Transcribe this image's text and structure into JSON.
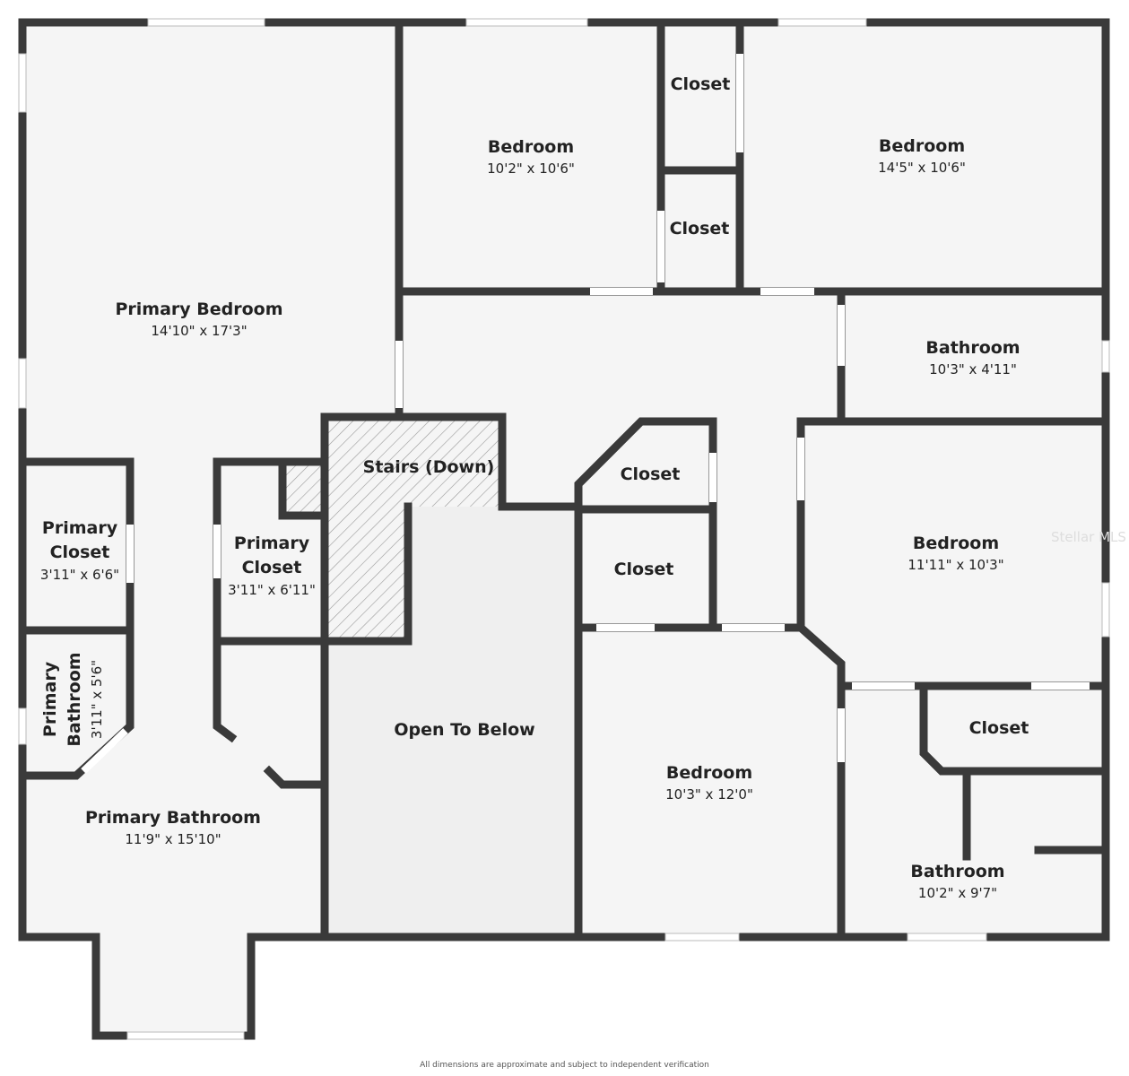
{
  "rooms": {
    "primary_bedroom": {
      "name": "Primary Bedroom",
      "dims": "14'10\" x 17'3\""
    },
    "bedroom_1": {
      "name": "Bedroom",
      "dims": "10'2\" x 10'6\""
    },
    "closet_1": {
      "name": "Closet"
    },
    "closet_2": {
      "name": "Closet"
    },
    "bedroom_2": {
      "name": "Bedroom",
      "dims": "14'5\" x 10'6\""
    },
    "bathroom_1": {
      "name": "Bathroom",
      "dims": "10'3\" x 4'11\""
    },
    "stairs": {
      "name": "Stairs (Down)"
    },
    "closet_3": {
      "name": "Closet"
    },
    "closet_4": {
      "name": "Closet"
    },
    "bedroom_3": {
      "name": "Bedroom",
      "dims": "11'11\" x 10'3\""
    },
    "primary_closet_1": {
      "name1": "Primary",
      "name2": "Closet",
      "dims": "3'11\" x 6'6\""
    },
    "primary_closet_2": {
      "name1": "Primary",
      "name2": "Closet",
      "dims": "3'11\" x 6'11\""
    },
    "primary_bathroom_small": {
      "name1": "Primary",
      "name2": "Bathroom",
      "dims": "3'11\" x 5'6\""
    },
    "open_to_below": {
      "name": "Open To Below"
    },
    "bedroom_4": {
      "name": "Bedroom",
      "dims": "10'3\" x 12'0\""
    },
    "closet_5": {
      "name": "Closet"
    },
    "primary_bathroom": {
      "name": "Primary Bathroom",
      "dims": "11'9\" x 15'10\""
    },
    "bathroom_2": {
      "name": "Bathroom",
      "dims": "10'2\" x 9'7\""
    }
  },
  "watermark": "Stellar MLS",
  "footer": "All dimensions are approximate and subject to independent verification",
  "colors": {
    "wall": "#3a3a3a",
    "floor": "#f5f5f5",
    "open": "#efefef"
  }
}
